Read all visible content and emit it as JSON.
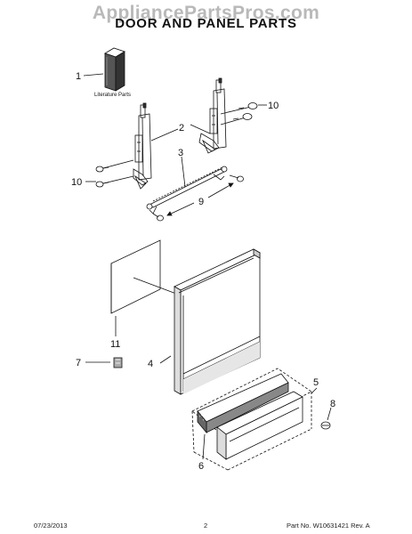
{
  "watermark": "AppliancePartsPros.com",
  "title": "DOOR AND PANEL PARTS",
  "literature_label": "Literature Parts",
  "callouts": {
    "c1": "1",
    "c2": "2",
    "c3": "3",
    "c4": "4",
    "c5": "5",
    "c6": "6",
    "c7": "7",
    "c8": "8",
    "c9": "9",
    "c10a": "10",
    "c10b": "10",
    "c11": "11"
  },
  "footer": {
    "date": "07/23/2013",
    "page": "2",
    "part_no": "Part No. W10631421  Rev. A"
  },
  "colors": {
    "line": "#111111",
    "watermark": "#b9b9b9"
  }
}
